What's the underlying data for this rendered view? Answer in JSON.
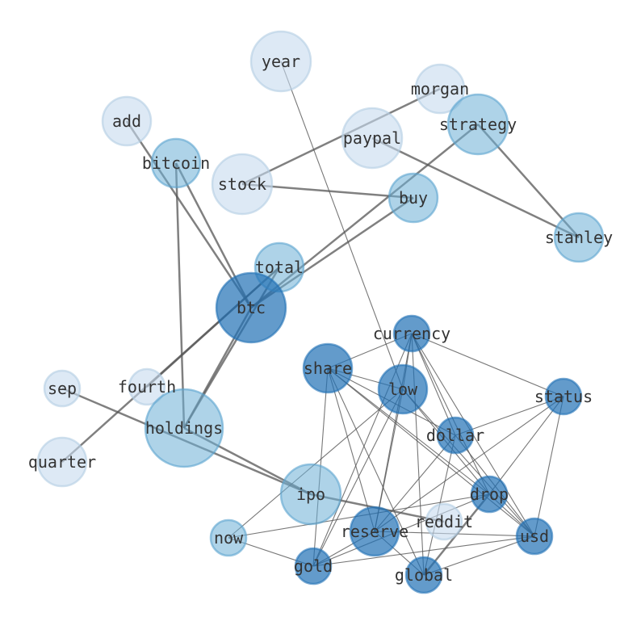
{
  "title": "Word co-occurrence network",
  "tiers": {
    "light": {
      "fill": "#c6dbef",
      "stroke": "#b3cde3"
    },
    "mid": {
      "fill": "#6baed6",
      "stroke": "#5aa3cf"
    },
    "dark": {
      "fill": "#2171b5",
      "stroke": "#2171b5"
    }
  },
  "edge_color": "#555555",
  "nodes": [
    {
      "id": "year",
      "tier": "light",
      "size": 3
    },
    {
      "id": "add",
      "tier": "light",
      "size": 2
    },
    {
      "id": "paypal",
      "tier": "light",
      "size": 3
    },
    {
      "id": "stock",
      "tier": "light",
      "size": 3
    },
    {
      "id": "morgan",
      "tier": "light",
      "size": 2
    },
    {
      "id": "strategy",
      "tier": "mid",
      "size": 3
    },
    {
      "id": "bitcoin",
      "tier": "mid",
      "size": 2
    },
    {
      "id": "buy",
      "tier": "mid",
      "size": 2
    },
    {
      "id": "stanley",
      "tier": "mid",
      "size": 2
    },
    {
      "id": "total",
      "tier": "mid",
      "size": 2
    },
    {
      "id": "btc",
      "tier": "dark",
      "size": 4
    },
    {
      "id": "sep",
      "tier": "light",
      "size": 1
    },
    {
      "id": "fourth",
      "tier": "light",
      "size": 1
    },
    {
      "id": "quarter",
      "tier": "light",
      "size": 2
    },
    {
      "id": "holdings",
      "tier": "mid",
      "size": 5
    },
    {
      "id": "ipo",
      "tier": "mid",
      "size": 3
    },
    {
      "id": "now",
      "tier": "mid",
      "size": 1
    },
    {
      "id": "currency",
      "tier": "dark",
      "size": 1
    },
    {
      "id": "share",
      "tier": "dark",
      "size": 2
    },
    {
      "id": "low",
      "tier": "dark",
      "size": 2
    },
    {
      "id": "status",
      "tier": "dark",
      "size": 1
    },
    {
      "id": "dollar",
      "tier": "dark",
      "size": 1
    },
    {
      "id": "reddit",
      "tier": "light",
      "size": 1
    },
    {
      "id": "drop",
      "tier": "dark",
      "size": 1
    },
    {
      "id": "reserve",
      "tier": "dark",
      "size": 2
    },
    {
      "id": "usd",
      "tier": "dark",
      "size": 1
    },
    {
      "id": "gold",
      "tier": "dark",
      "size": 1
    },
    {
      "id": "global",
      "tier": "dark",
      "size": 1
    }
  ],
  "edges": [
    [
      "add",
      "btc",
      2
    ],
    [
      "bitcoin",
      "btc",
      2
    ],
    [
      "bitcoin",
      "holdings",
      2
    ],
    [
      "stock",
      "buy",
      2
    ],
    [
      "stock",
      "morgan",
      2
    ],
    [
      "paypal",
      "stanley",
      2
    ],
    [
      "strategy",
      "stanley",
      2
    ],
    [
      "strategy",
      "btc",
      2
    ],
    [
      "buy",
      "btc",
      2
    ],
    [
      "total",
      "holdings",
      2
    ],
    [
      "total",
      "quarter",
      2
    ],
    [
      "total",
      "fourth",
      2
    ],
    [
      "btc",
      "holdings",
      2
    ],
    [
      "sep",
      "ipo",
      2
    ],
    [
      "holdings",
      "ipo",
      2
    ],
    [
      "ipo",
      "reddit",
      2
    ],
    [
      "year",
      "low",
      1
    ],
    [
      "currency",
      "share",
      1
    ],
    [
      "currency",
      "low",
      1
    ],
    [
      "currency",
      "status",
      1
    ],
    [
      "currency",
      "dollar",
      1
    ],
    [
      "currency",
      "drop",
      1
    ],
    [
      "currency",
      "usd",
      1
    ],
    [
      "currency",
      "gold",
      1
    ],
    [
      "currency",
      "reserve",
      1
    ],
    [
      "currency",
      "global",
      1
    ],
    [
      "share",
      "low",
      1
    ],
    [
      "share",
      "dollar",
      1
    ],
    [
      "share",
      "drop",
      1
    ],
    [
      "share",
      "usd",
      1
    ],
    [
      "share",
      "reserve",
      1
    ],
    [
      "share",
      "gold",
      1
    ],
    [
      "share",
      "global",
      1
    ],
    [
      "low",
      "drop",
      1
    ],
    [
      "low",
      "gold",
      1
    ],
    [
      "low",
      "reserve",
      1
    ],
    [
      "low",
      "now",
      1
    ],
    [
      "low",
      "usd",
      1
    ],
    [
      "status",
      "dollar",
      1
    ],
    [
      "status",
      "reserve",
      1
    ],
    [
      "status",
      "drop",
      1
    ],
    [
      "status",
      "usd",
      1
    ],
    [
      "dollar",
      "reserve",
      1
    ],
    [
      "dollar",
      "global",
      1
    ],
    [
      "dollar",
      "usd",
      1
    ],
    [
      "drop",
      "now",
      1
    ],
    [
      "drop",
      "gold",
      1
    ],
    [
      "drop",
      "global",
      2
    ],
    [
      "drop",
      "usd",
      1
    ],
    [
      "reserve",
      "usd",
      1
    ],
    [
      "reserve",
      "gold",
      1
    ],
    [
      "reserve",
      "global",
      1
    ],
    [
      "usd",
      "gold",
      1
    ],
    [
      "usd",
      "global",
      1
    ],
    [
      "now",
      "gold",
      1
    ]
  ]
}
